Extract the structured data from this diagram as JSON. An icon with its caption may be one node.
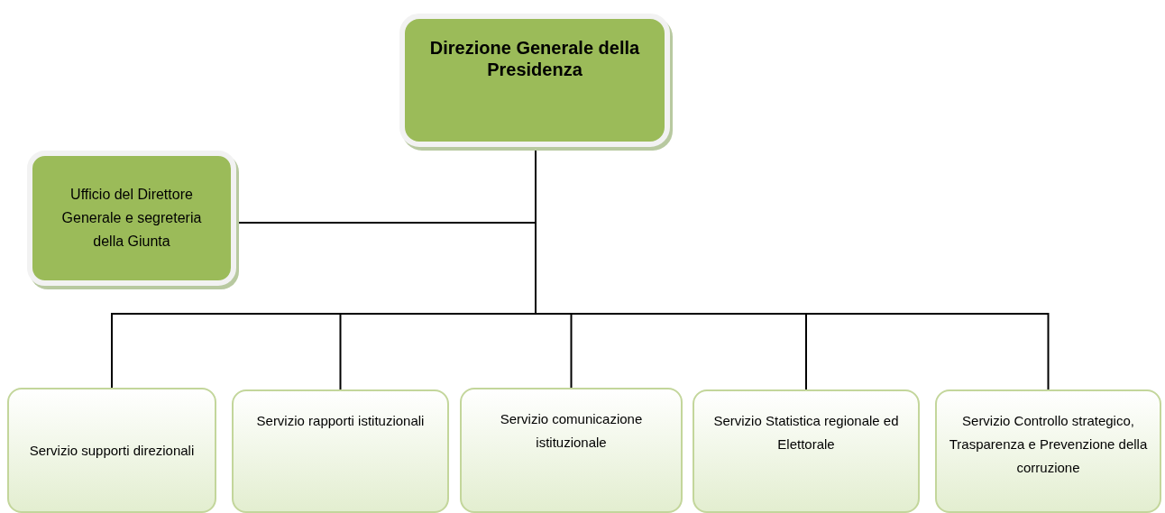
{
  "diagram": {
    "nodes": [
      {
        "text": [
          "Direzione Generale della Presidenza"
        ]
      },
      {
        "text": [
          "Ufficio del Direttore Generale e segreteria della Giunta"
        ]
      },
      {
        "text": [
          "Servizio supporti direzionali"
        ]
      },
      {
        "text": [
          "Servizio rapporti istituzionali"
        ]
      },
      {
        "text": [
          "Servizio comunicazione istituzionale"
        ]
      },
      {
        "text": [
          "Servizio Statistica regionale ed Elettorale"
        ]
      },
      {
        "text": [
          "Servizio Controllo strategico, Trasparenza e Prevenzione della corruzione"
        ]
      }
    ],
    "edges": [
      {
        "from": 0,
        "to": 1,
        "arrow": "none"
      },
      {
        "from": 0,
        "to": 2,
        "arrow": "none"
      },
      {
        "from": 0,
        "to": 3,
        "arrow": "none"
      },
      {
        "from": 0,
        "to": 4,
        "arrow": "none"
      },
      {
        "from": 0,
        "to": 5,
        "arrow": "none"
      },
      {
        "from": 0,
        "to": 6,
        "arrow": "none"
      }
    ]
  }
}
